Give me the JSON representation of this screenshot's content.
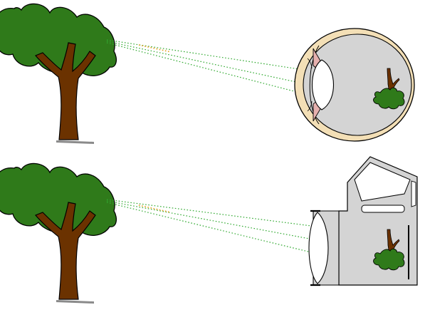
{
  "rows": [
    {
      "id": "eye",
      "optics": "eye",
      "shows": "eye-icon"
    },
    {
      "id": "camera",
      "optics": "camera",
      "shows": "camera-icon"
    }
  ],
  "colors": {
    "foliage": "#2f7a1a",
    "trunk": "#6b3200",
    "outline": "#000000",
    "ray": "#33aa33",
    "ray_highlight": "#e6a020",
    "eyeball_fill": "#d4d4d4",
    "sclera_rim": "#f3dfb6",
    "iris": "#e6b0ae",
    "lens_fill": "#ffffff",
    "camera_body": "#d4d4d4",
    "ground_shadow": "#8a8a8a"
  }
}
